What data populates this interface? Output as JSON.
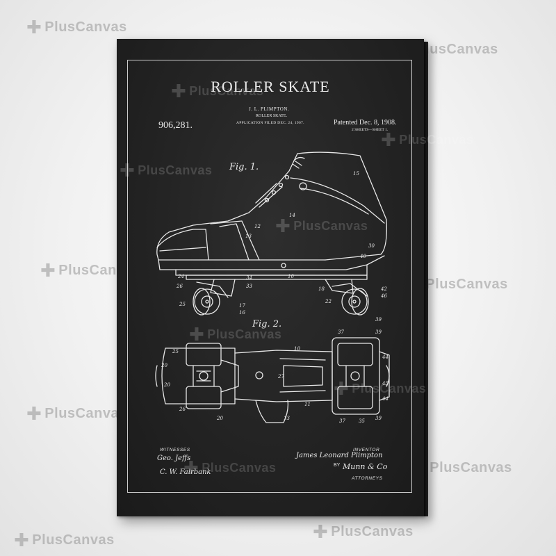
{
  "watermark": "PlusCanvas",
  "poster": {
    "title": "ROLLER SKATE",
    "patent_number": "906,281.",
    "inventor_header": "J. L. PLIMPTON.",
    "invention_subtitle": "ROLLER SKATE.",
    "application_filed": "APPLICATION FILED DEC. 24, 1907.",
    "patented_date": "Patented Dec. 8, 1908.",
    "sheets": "2 SHEETS—SHEET 1.",
    "figure_1": "Fig. 1.",
    "figure_2": "Fig. 2.",
    "witnesses_label": "WITNESSES",
    "inventor_label": "INVENTOR",
    "attorneys_label": "ATTORNEYS",
    "by_label": "BY",
    "witness_signature_1": "Geo. Jeffs",
    "witness_signature_2": "C. W. Fairbank",
    "inventor_signature": "James Leonard Plimpton",
    "attorney_signature": "Munn & Co"
  },
  "colors": {
    "background": "#f1f1f1",
    "canvas": "#262626",
    "line_art": "#e8e8e8"
  }
}
